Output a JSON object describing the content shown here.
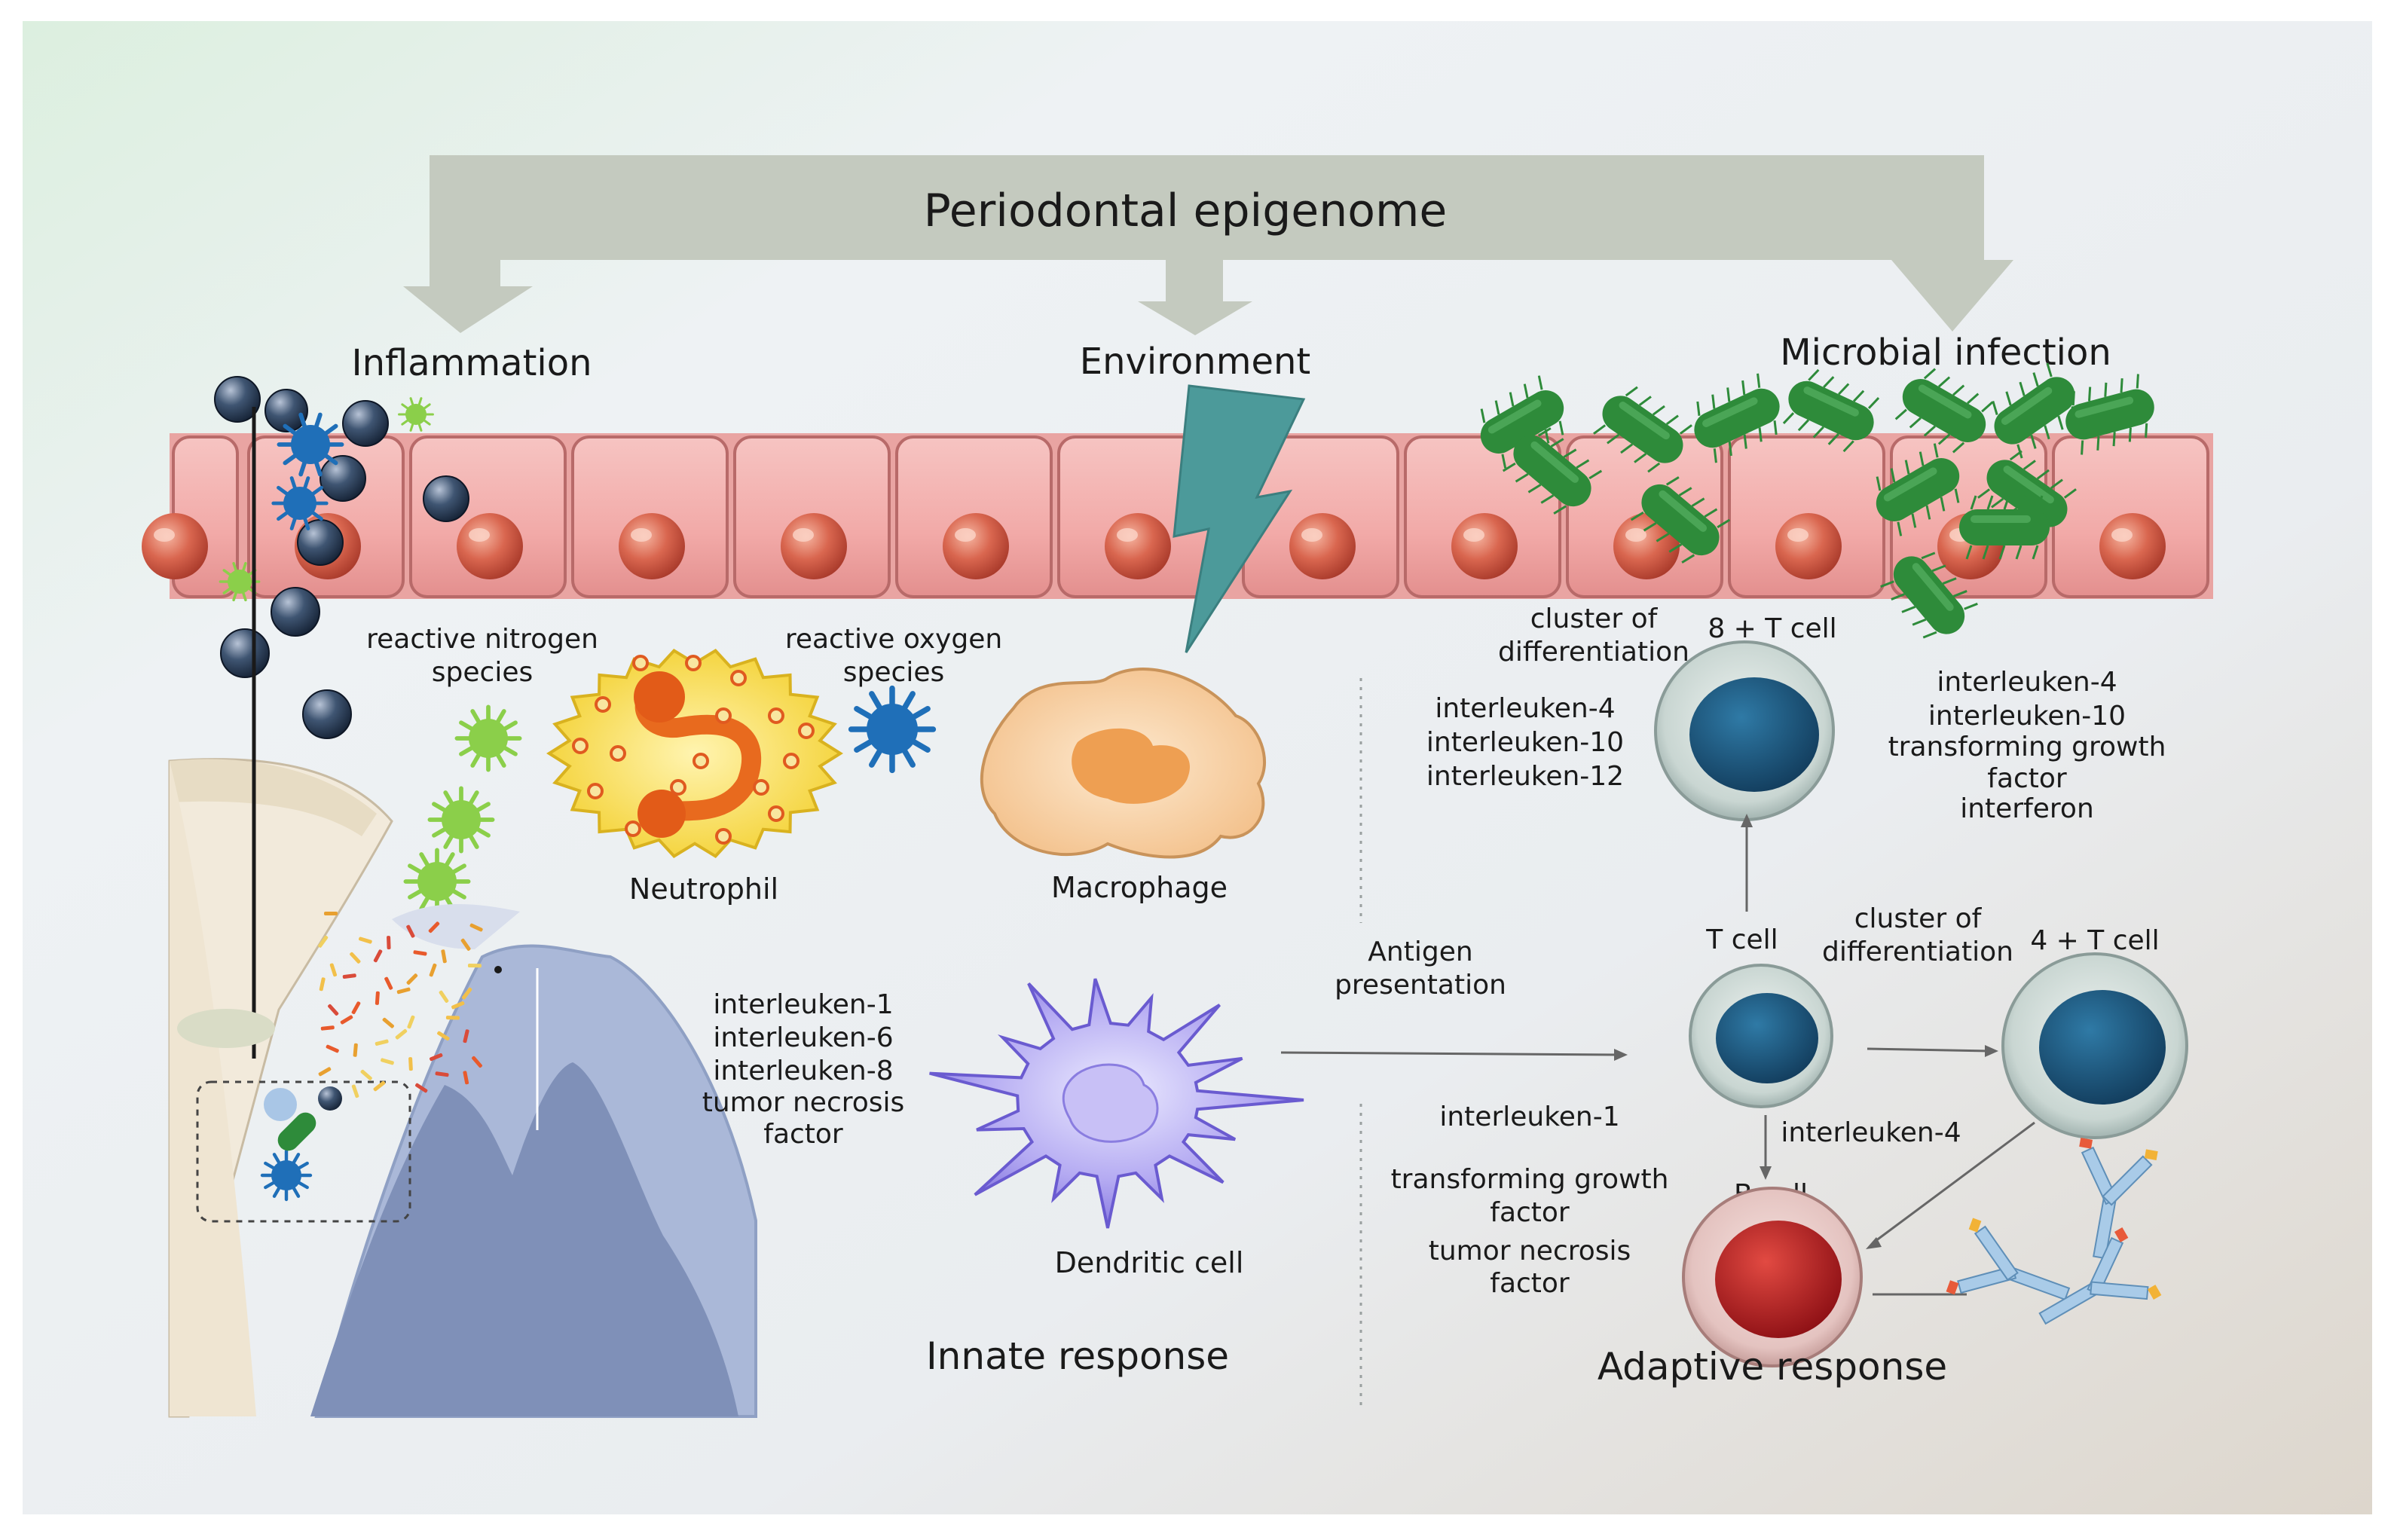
{
  "header": {
    "title": "Periodontal epigenome"
  },
  "branches": {
    "inflammation": "Inflammation",
    "environment": "Environment",
    "microbial": "Microbial infection"
  },
  "innate": {
    "rns_line1": "reactive nitrogen",
    "rns_line2": "species",
    "ros_line1": "reactive oxygen",
    "ros_line2": "species",
    "neutrophil": "Neutrophil",
    "macrophage": "Macrophage",
    "dendritic": "Dendritic cell",
    "dc_cytokines": [
      "interleuken-1",
      "interleuken-6",
      "interleuken-8",
      "tumor necrosis",
      "factor"
    ],
    "section_title": "Innate response"
  },
  "antigen": {
    "line1": "Antigen",
    "line2": "presentation"
  },
  "adaptive": {
    "cd8_label_line1": "cluster of",
    "cd8_label_line2": "differentiation",
    "cd8_suffix": "8 + T cell",
    "cd8_left_cytokines": [
      "interleuken-4",
      "interleuken-10",
      "interleuken-12"
    ],
    "cd8_right_cytokines": [
      "interleuken-4",
      "interleuken-10",
      "transforming growth",
      "factor",
      "interferon"
    ],
    "tcell": "T cell",
    "cd4_label_line1": "cluster of",
    "cd4_label_line2": "differentiation",
    "cd4_suffix": "4 + T cell",
    "il4": "interleuken-4",
    "bcell": "B cell",
    "left_cytokines": [
      "interleuken-1",
      "transforming growth",
      "factor",
      "tumor necrosis",
      "factor"
    ],
    "section_title": "Adaptive response"
  },
  "colors": {
    "arrow_gray": "#c3c9bd",
    "epithelium": "#f2b2b0",
    "nucleus": "#d9664f",
    "bacteria": "#2e8b3a",
    "tcell_nucleus": "#1f5f86",
    "bcell_nucleus": "#b81e22",
    "dendritic": "#8a7de0",
    "neutrophil": "#f5d640",
    "macrophage": "#f6cc9a",
    "lightning": "#4c9a9a",
    "gum": "#aab8d8",
    "bone": "#7e8fb8"
  }
}
